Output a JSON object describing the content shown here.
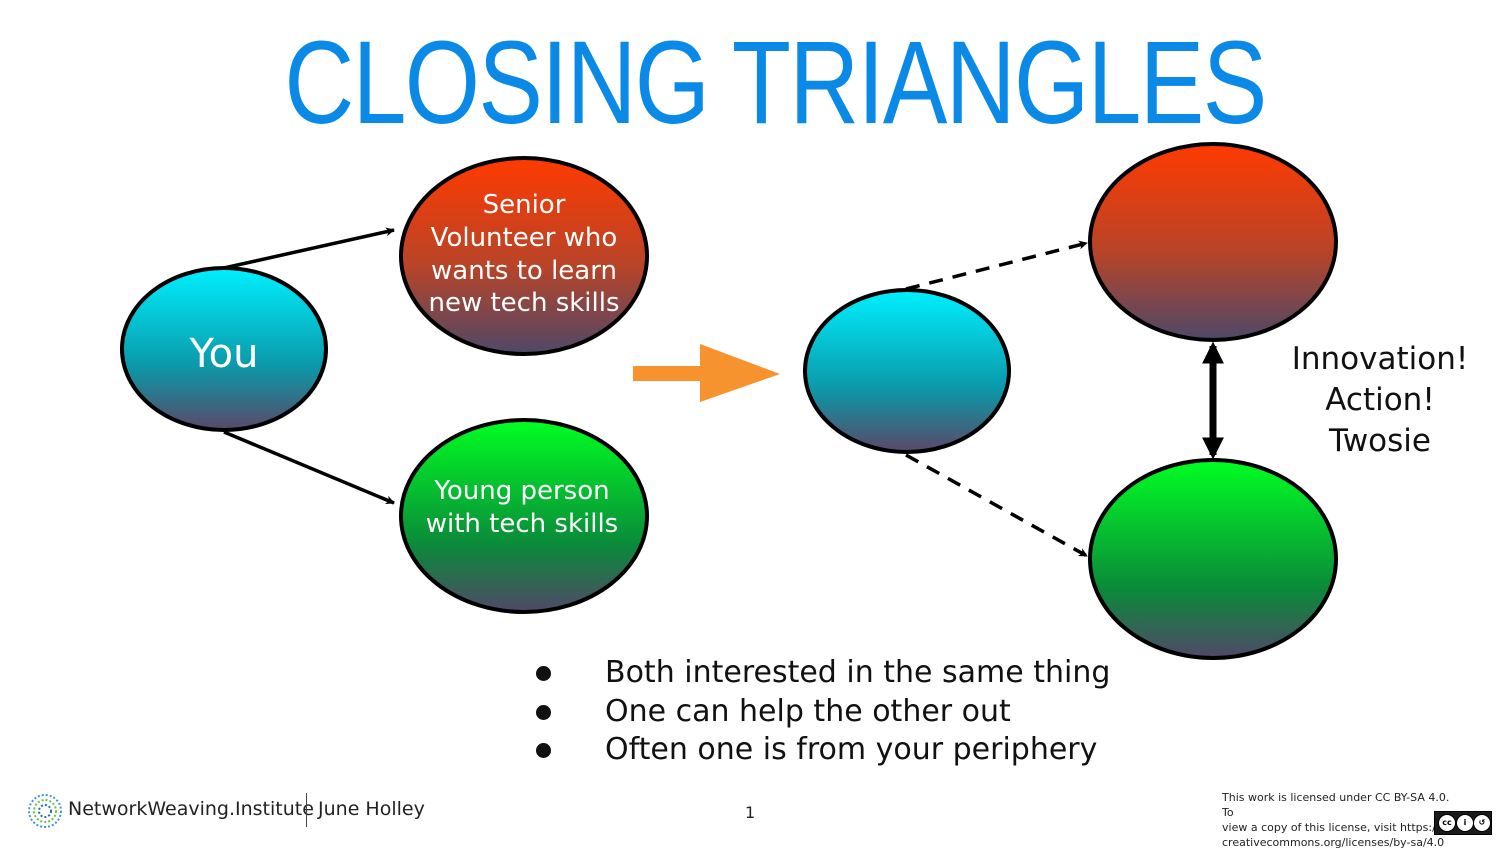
{
  "title": "CLOSING TRIANGLES",
  "left_diagram": {
    "you_label": "You",
    "senior_label_lines": [
      "Senior",
      "Volunteer who",
      "wants to learn",
      "new tech skills"
    ],
    "young_label_lines": [
      "Young person",
      "with tech skills"
    ]
  },
  "right_diagram": {
    "side_text_lines": [
      "Innovation!",
      "Action!",
      "Twosie"
    ]
  },
  "bullets": [
    "Both interested in the same thing",
    "One can help the other out",
    "Often one is from your periphery"
  ],
  "footer": {
    "org": "NetworkWeaving.Institute",
    "author": "June Holley",
    "page_number": "1",
    "license_lines": [
      "This work is licensed under CC BY-SA 4.0. To",
      "view a copy of this license, visit https://",
      "creativecommons.org/licenses/by-sa/4.0"
    ]
  },
  "colors": {
    "title": "#0a8ae6",
    "you_gradient": [
      "#00f0ff",
      "#0a9aaa",
      "#5a4868"
    ],
    "senior_gradient": [
      "#ff3a00",
      "#b84428",
      "#4e4868"
    ],
    "young_gradient": [
      "#00ff22",
      "#0a8a3a",
      "#504868"
    ],
    "process_arrow": "#f7932e"
  }
}
